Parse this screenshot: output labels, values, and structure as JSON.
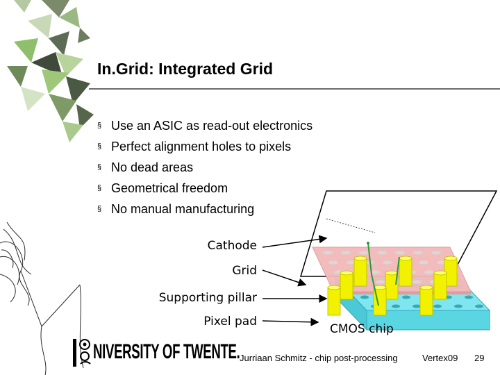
{
  "slide": {
    "title": "In.Grid: Integrated Grid",
    "bullets": [
      {
        "text": "Use an ASIC as read-out electronics"
      },
      {
        "text": "Perfect alignment holes to pixels"
      },
      {
        "text": "No dead areas"
      },
      {
        "text": "Geometrical freedom"
      },
      {
        "text": "No manual manufacturing"
      }
    ],
    "bullet_symbol": "§",
    "diagram": {
      "labels": {
        "cathode": "Cathode",
        "grid": "Grid",
        "pillar": "Supporting pillar",
        "pixel_pad": "Pixel pad",
        "cmos": "CMOS chip"
      },
      "colors": {
        "grid_plane": "#f3b9b9",
        "chip": "#7fe6f0",
        "pillar": "#f2f200",
        "hole": "#d8d8d8"
      }
    },
    "logo_text": "NIVERSITY OF TWENTE.",
    "footer": {
      "author": "Jurriaan Schmitz - chip post-processing",
      "event": "Vertex09",
      "page": "29"
    }
  }
}
